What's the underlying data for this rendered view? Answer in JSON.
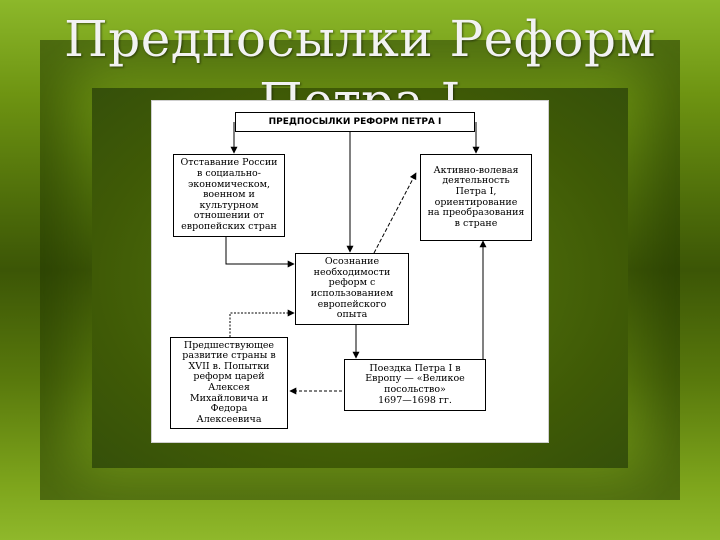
{
  "slide": {
    "title": "Предпосылки Реформ Петра I",
    "colors": {
      "frame_light": "#8cb82a",
      "frame_dark": "#3c5606",
      "title_text": "#f2f2f2"
    }
  },
  "diagram": {
    "header": "ПРЕДПОСЫЛКИ РЕФОРМ ПЕТРА I",
    "boxes": {
      "lag": "Отставание России\nв социально-\nэкономическом,\nвоенном и\nкультурном\nотношении от\nевропейских стран",
      "will": "Активно-волевая\nдеятельность\nПетра I,\nориентирование\nна преобразования\nв стране",
      "awareness": "Осознание\nнеобходимости\nреформ с\nиспользованием\nевропейского\nопыта",
      "prior": "Предшествующее\nразвитие страны в\nXVII в. Попытки\nреформ царей\nАлексея\nМихайловича и\nФедора\nАлексеевича",
      "embassy": "Поездка Петра I в\nЕвропу — «Великое\nпосольство»\n1697—1698 гг."
    }
  }
}
